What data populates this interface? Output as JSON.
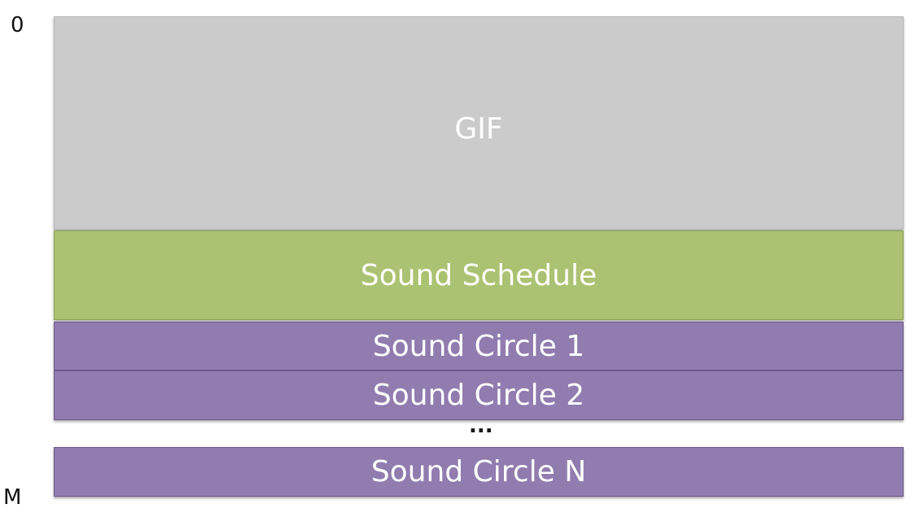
{
  "axis": {
    "top_label": "0",
    "bottom_label": "M"
  },
  "blocks": {
    "gif": "GIF",
    "sound_schedule": "Sound Schedule",
    "sound_circle_1": "Sound Circle 1",
    "sound_circle_2": "Sound Circle 2",
    "ellipsis": "...",
    "sound_circle_n": "Sound Circle N"
  },
  "colors": {
    "gif": "#cbcbcb",
    "sound_schedule": "#abc272",
    "sound_circle": "#917caf"
  }
}
